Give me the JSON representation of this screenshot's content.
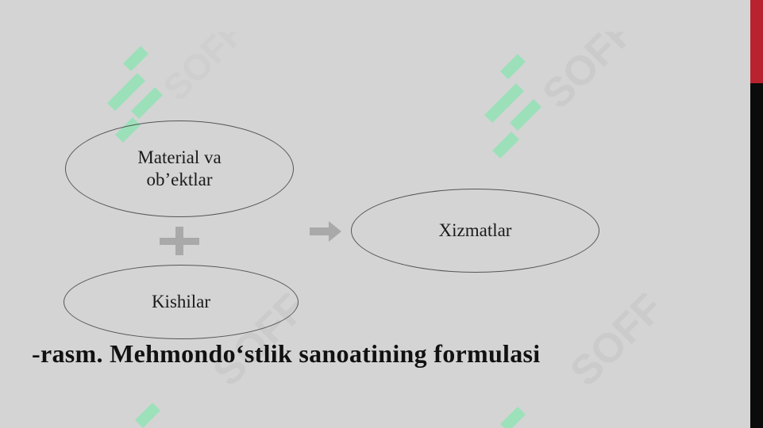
{
  "diagram": {
    "nodes": {
      "materials": {
        "line1": "Material va",
        "line2": "ob’ektlar"
      },
      "people": {
        "label": "Kishilar"
      },
      "services": {
        "label": "Xizmatlar"
      }
    },
    "operators": {
      "plus": "plus-sign",
      "arrow": "right-arrow"
    }
  },
  "caption": "-rasm. Mehmondo‘stlik sanoatining formulasi",
  "watermark": {
    "text": "SOFF",
    "color": "#8fe3b4"
  },
  "colors": {
    "background": "#d4d4d4",
    "accent_red": "#b8232f",
    "accent_black": "#0b0b0b",
    "operator_gray": "#a9a9a9"
  }
}
